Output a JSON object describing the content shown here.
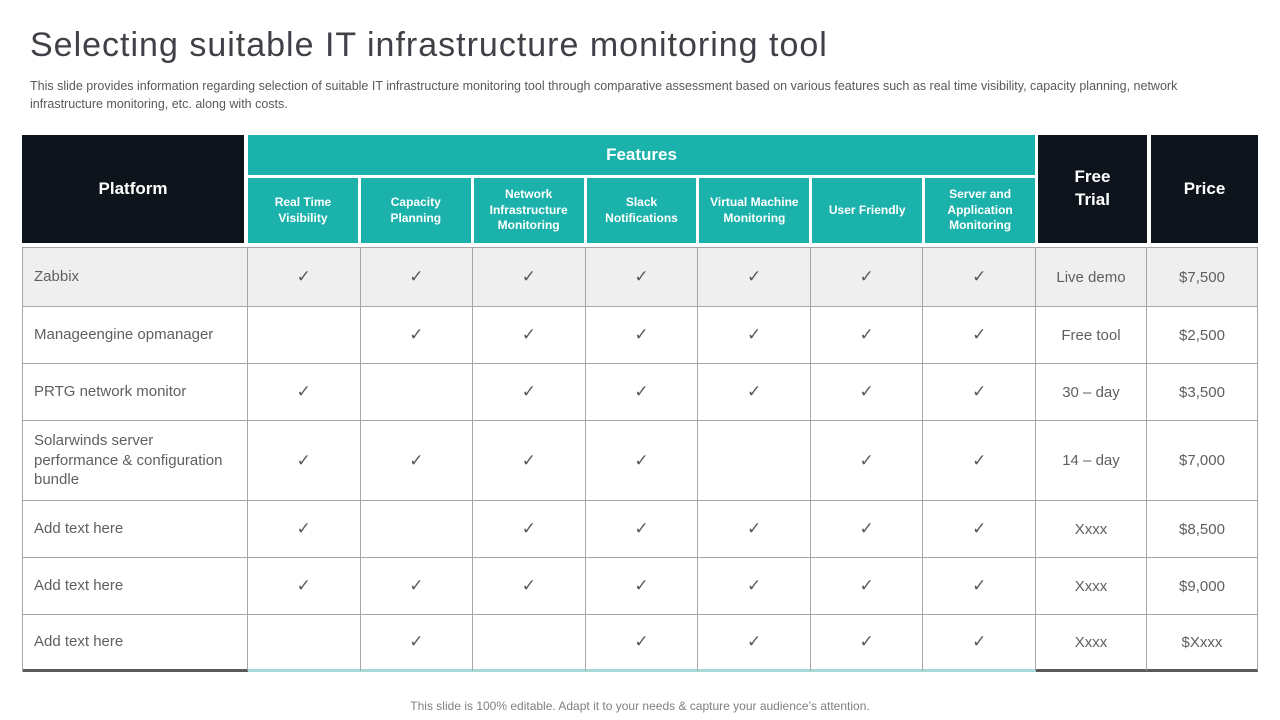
{
  "slide": {
    "title": "Selecting suitable IT infrastructure monitoring tool",
    "subtitle": "This slide provides information regarding selection of suitable IT infrastructure monitoring tool through comparative assessment based on various features such as real time visibility, capacity planning, network infrastructure monitoring, etc. along with costs.",
    "footer": "This slide is 100% editable. Adapt it to your needs & capture your audience’s attention."
  },
  "colors": {
    "teal_header": "#1cb2ac",
    "dark_header": "#0d141b",
    "striped_row": "#efefef",
    "cell_border": "#a6a6a6",
    "body_text": "#595959",
    "teal_bottom_border": "#a5d8d6"
  },
  "table": {
    "platform_header": "Platform",
    "features_header": "Features",
    "free_trial_header": "Free\nTrial",
    "price_header": "Price",
    "check_icon": "✓",
    "feature_columns": [
      "Real Time Visibility",
      "Capacity Planning",
      "Network Infrastructure Monitoring",
      "Slack Notifications",
      "Virtual Machine Monitoring",
      "User Friendly",
      "Server and Application Monitoring"
    ],
    "rows": [
      {
        "platform": "Zabbix",
        "features": [
          "✓",
          "✓",
          "✓",
          "✓",
          "✓",
          "✓",
          "✓"
        ],
        "free_trial": "Live demo",
        "price": "$7,500"
      },
      {
        "platform": "Manageengine opmanager",
        "features": [
          "",
          "✓",
          "✓",
          "✓",
          "✓",
          "✓",
          "✓"
        ],
        "free_trial": "Free tool",
        "price": "$2,500"
      },
      {
        "platform": "PRTG network monitor",
        "features": [
          "✓",
          "",
          "✓",
          "✓",
          "✓",
          "✓",
          "✓"
        ],
        "free_trial": "30 – day",
        "price": "$3,500"
      },
      {
        "platform": "Solarwinds server performance & configuration bundle",
        "features": [
          "✓",
          "✓",
          "✓",
          "✓",
          "",
          "✓",
          "✓"
        ],
        "free_trial": "14 – day",
        "price": "$7,000"
      },
      {
        "platform": "Add text here",
        "features": [
          "✓",
          "",
          "✓",
          "✓",
          "✓",
          "✓",
          "✓"
        ],
        "free_trial": "Xxxx",
        "price": "$8,500"
      },
      {
        "platform": "Add text here",
        "features": [
          "✓",
          "✓",
          "✓",
          "✓",
          "✓",
          "✓",
          "✓"
        ],
        "free_trial": "Xxxx",
        "price": "$9,000"
      },
      {
        "platform": "Add text here",
        "features": [
          "",
          "✓",
          "",
          "✓",
          "✓",
          "✓",
          "✓"
        ],
        "free_trial": "Xxxx",
        "price": "$Xxxx"
      }
    ]
  }
}
